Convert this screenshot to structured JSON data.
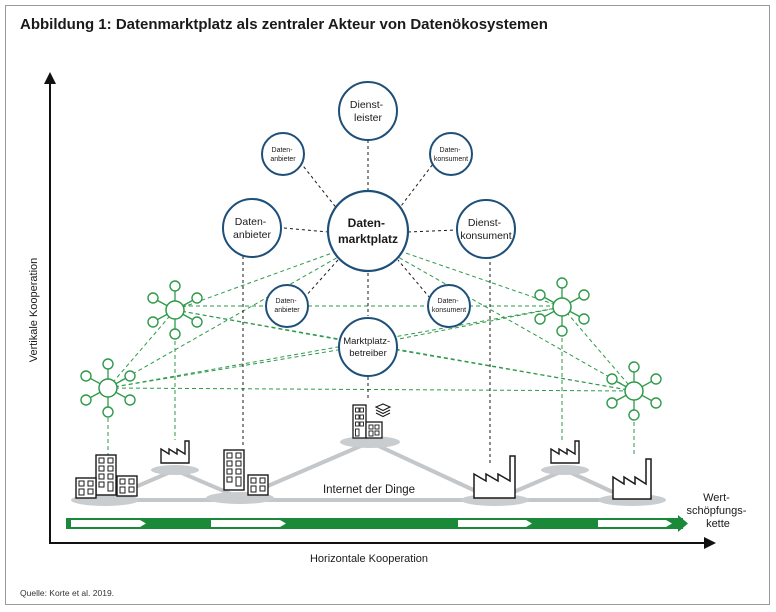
{
  "title": "Abbildung 1: Datenmarktplatz als zentraler Akteur von Datenökosystemen",
  "source": "Quelle: Korte et al. 2019.",
  "axes": {
    "vertical_label": "Vertikale Kooperation",
    "horizontal_label": "Horizontale Kooperation"
  },
  "center": {
    "line1": "Daten-",
    "line2": "marktplatz"
  },
  "actors": {
    "dienstleister": {
      "line1": "Dienst-",
      "line2": "leister"
    },
    "datenanbieter_small_top": {
      "line1": "Daten-",
      "line2": "anbieter"
    },
    "datenkonsument_small_top": {
      "line1": "Daten-",
      "line2": "konsument"
    },
    "datenanbieter_large": {
      "line1": "Daten-",
      "line2": "anbieter"
    },
    "dienstkonsument": {
      "line1": "Dienst-",
      "line2": "konsument"
    },
    "datenanbieter_small_bottom": {
      "line1": "Daten-",
      "line2": "anbieter"
    },
    "datenkonsument_small_bottom": {
      "line1": "Daten-",
      "line2": "konsument"
    },
    "marktplatzbetreiber": {
      "line1": "Marktplatz-",
      "line2": "betreiber"
    }
  },
  "internet_label": "Internet der Dinge",
  "value_chain": {
    "line1": "Wert-",
    "line2": "schöpfungs-",
    "line3": "kette"
  },
  "colors": {
    "accent_green": "#1a8a3a",
    "network_green": "#2e9a4a",
    "circle_stroke": "#1e4f78",
    "platform_gray": "#c3c7c9"
  },
  "icons": [
    "factory-icon",
    "office-building-icon",
    "layers-icon",
    "network-hub-icon"
  ]
}
